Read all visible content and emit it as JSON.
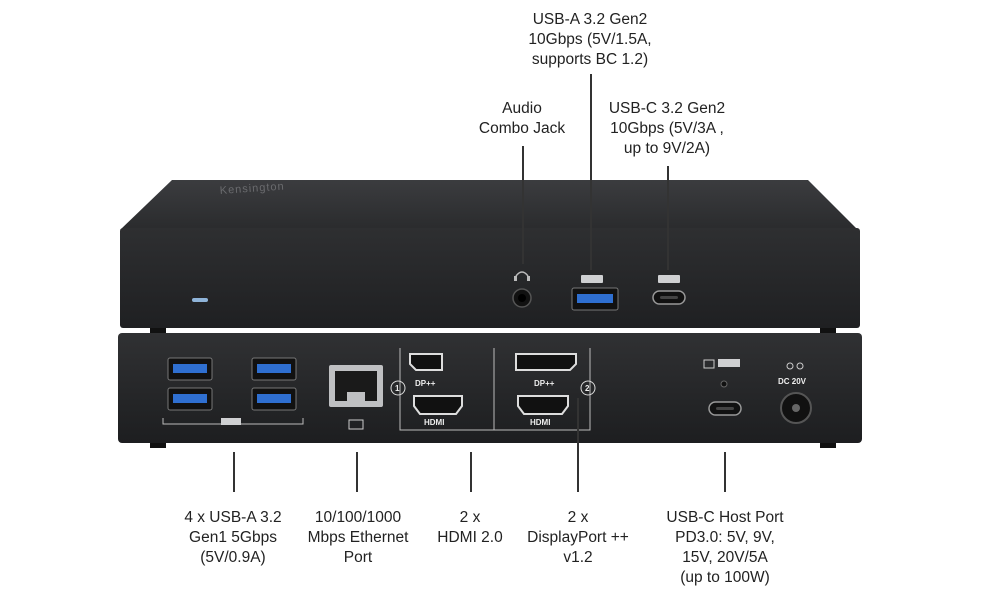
{
  "device": {
    "brand": "Kensington",
    "port_markings": {
      "dp_1": "DP++",
      "dp_2": "DP++",
      "hdmi_1": "HDMI",
      "hdmi_2": "HDMI",
      "num_1": "1",
      "num_2": "2",
      "dc_label": "DC 20V"
    }
  },
  "callouts": {
    "usb_a_top": [
      "USB-A 3.2 Gen2",
      "10Gbps (5V/1.5A,",
      "supports BC 1.2)"
    ],
    "audio": [
      "Audio",
      "Combo Jack"
    ],
    "usb_c_top": [
      "USB-C 3.2 Gen2",
      "10Gbps (5V/3A ,",
      "up to 9V/2A)"
    ],
    "usb_a_rear": [
      "4 x USB-A 3.2",
      "Gen1 5Gbps",
      "(5V/0.9A)"
    ],
    "ethernet": [
      "10/100/1000",
      "Mbps Ethernet",
      "Port"
    ],
    "hdmi": [
      "2 x",
      "HDMI 2.0"
    ],
    "displayport": [
      "2 x",
      "DisplayPort ++",
      "v1.2"
    ],
    "usb_c_host": [
      "USB-C Host Port",
      "PD3.0: 5V, 9V,",
      "15V, 20V/5A",
      "(up to 100W)"
    ]
  },
  "colors": {
    "device_body": "#2b2c2e",
    "usb_blue": "#2f6fd0",
    "led": "#8fb4d9"
  }
}
